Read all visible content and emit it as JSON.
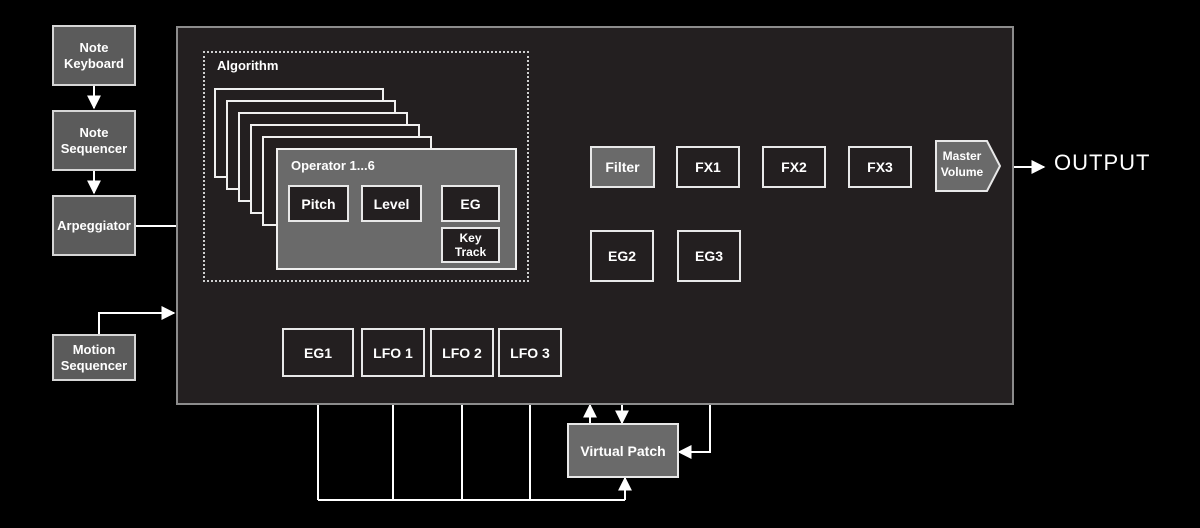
{
  "external": {
    "note_keyboard": "Note\nKeyboard",
    "note_sequencer": "Note\nSequencer",
    "arpeggiator": "Arpeggiator",
    "motion_sequencer": "Motion\nSequencer"
  },
  "algorithm": {
    "label": "Algorithm",
    "operator_label": "Operator 1...6",
    "pitch": "Pitch",
    "level": "Level",
    "eg": "EG",
    "key_track": "Key Track"
  },
  "signal_chain": {
    "filter": "Filter",
    "fx1": "FX1",
    "fx2": "FX2",
    "fx3": "FX3",
    "master_volume": "Master\nVolume",
    "output": "OUTPUT"
  },
  "modulators": {
    "eg1": "EG1",
    "lfo1": "LFO 1",
    "lfo2": "LFO 2",
    "lfo3": "LFO 3",
    "eg2": "EG2",
    "eg3": "EG3",
    "virtual_patch": "Virtual Patch"
  },
  "colors": {
    "background": "#000000",
    "panel": "#231f20",
    "external_box": "#5b5b5b",
    "operator_box": "#6a6a6a",
    "line": "#ffffff"
  }
}
